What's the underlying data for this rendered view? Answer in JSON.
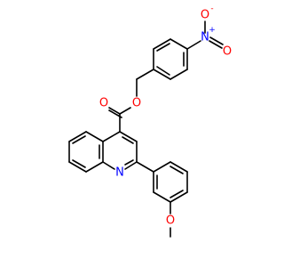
{
  "molecule": {
    "colors": {
      "bond": "#000000",
      "oxygen": "#ff0000",
      "nitrogen": "#0000ff",
      "carbon_label": "#000000"
    },
    "labels": {
      "nitro_o_top": "O",
      "nitro_o_top_charge": "-",
      "nitro_n": "N",
      "nitro_n_charge": "+",
      "nitro_o_bottom": "O",
      "ester_o_single": "O",
      "ester_o_carbonyl": "O",
      "quinoline_n": "N",
      "methoxy_o": "O"
    }
  }
}
